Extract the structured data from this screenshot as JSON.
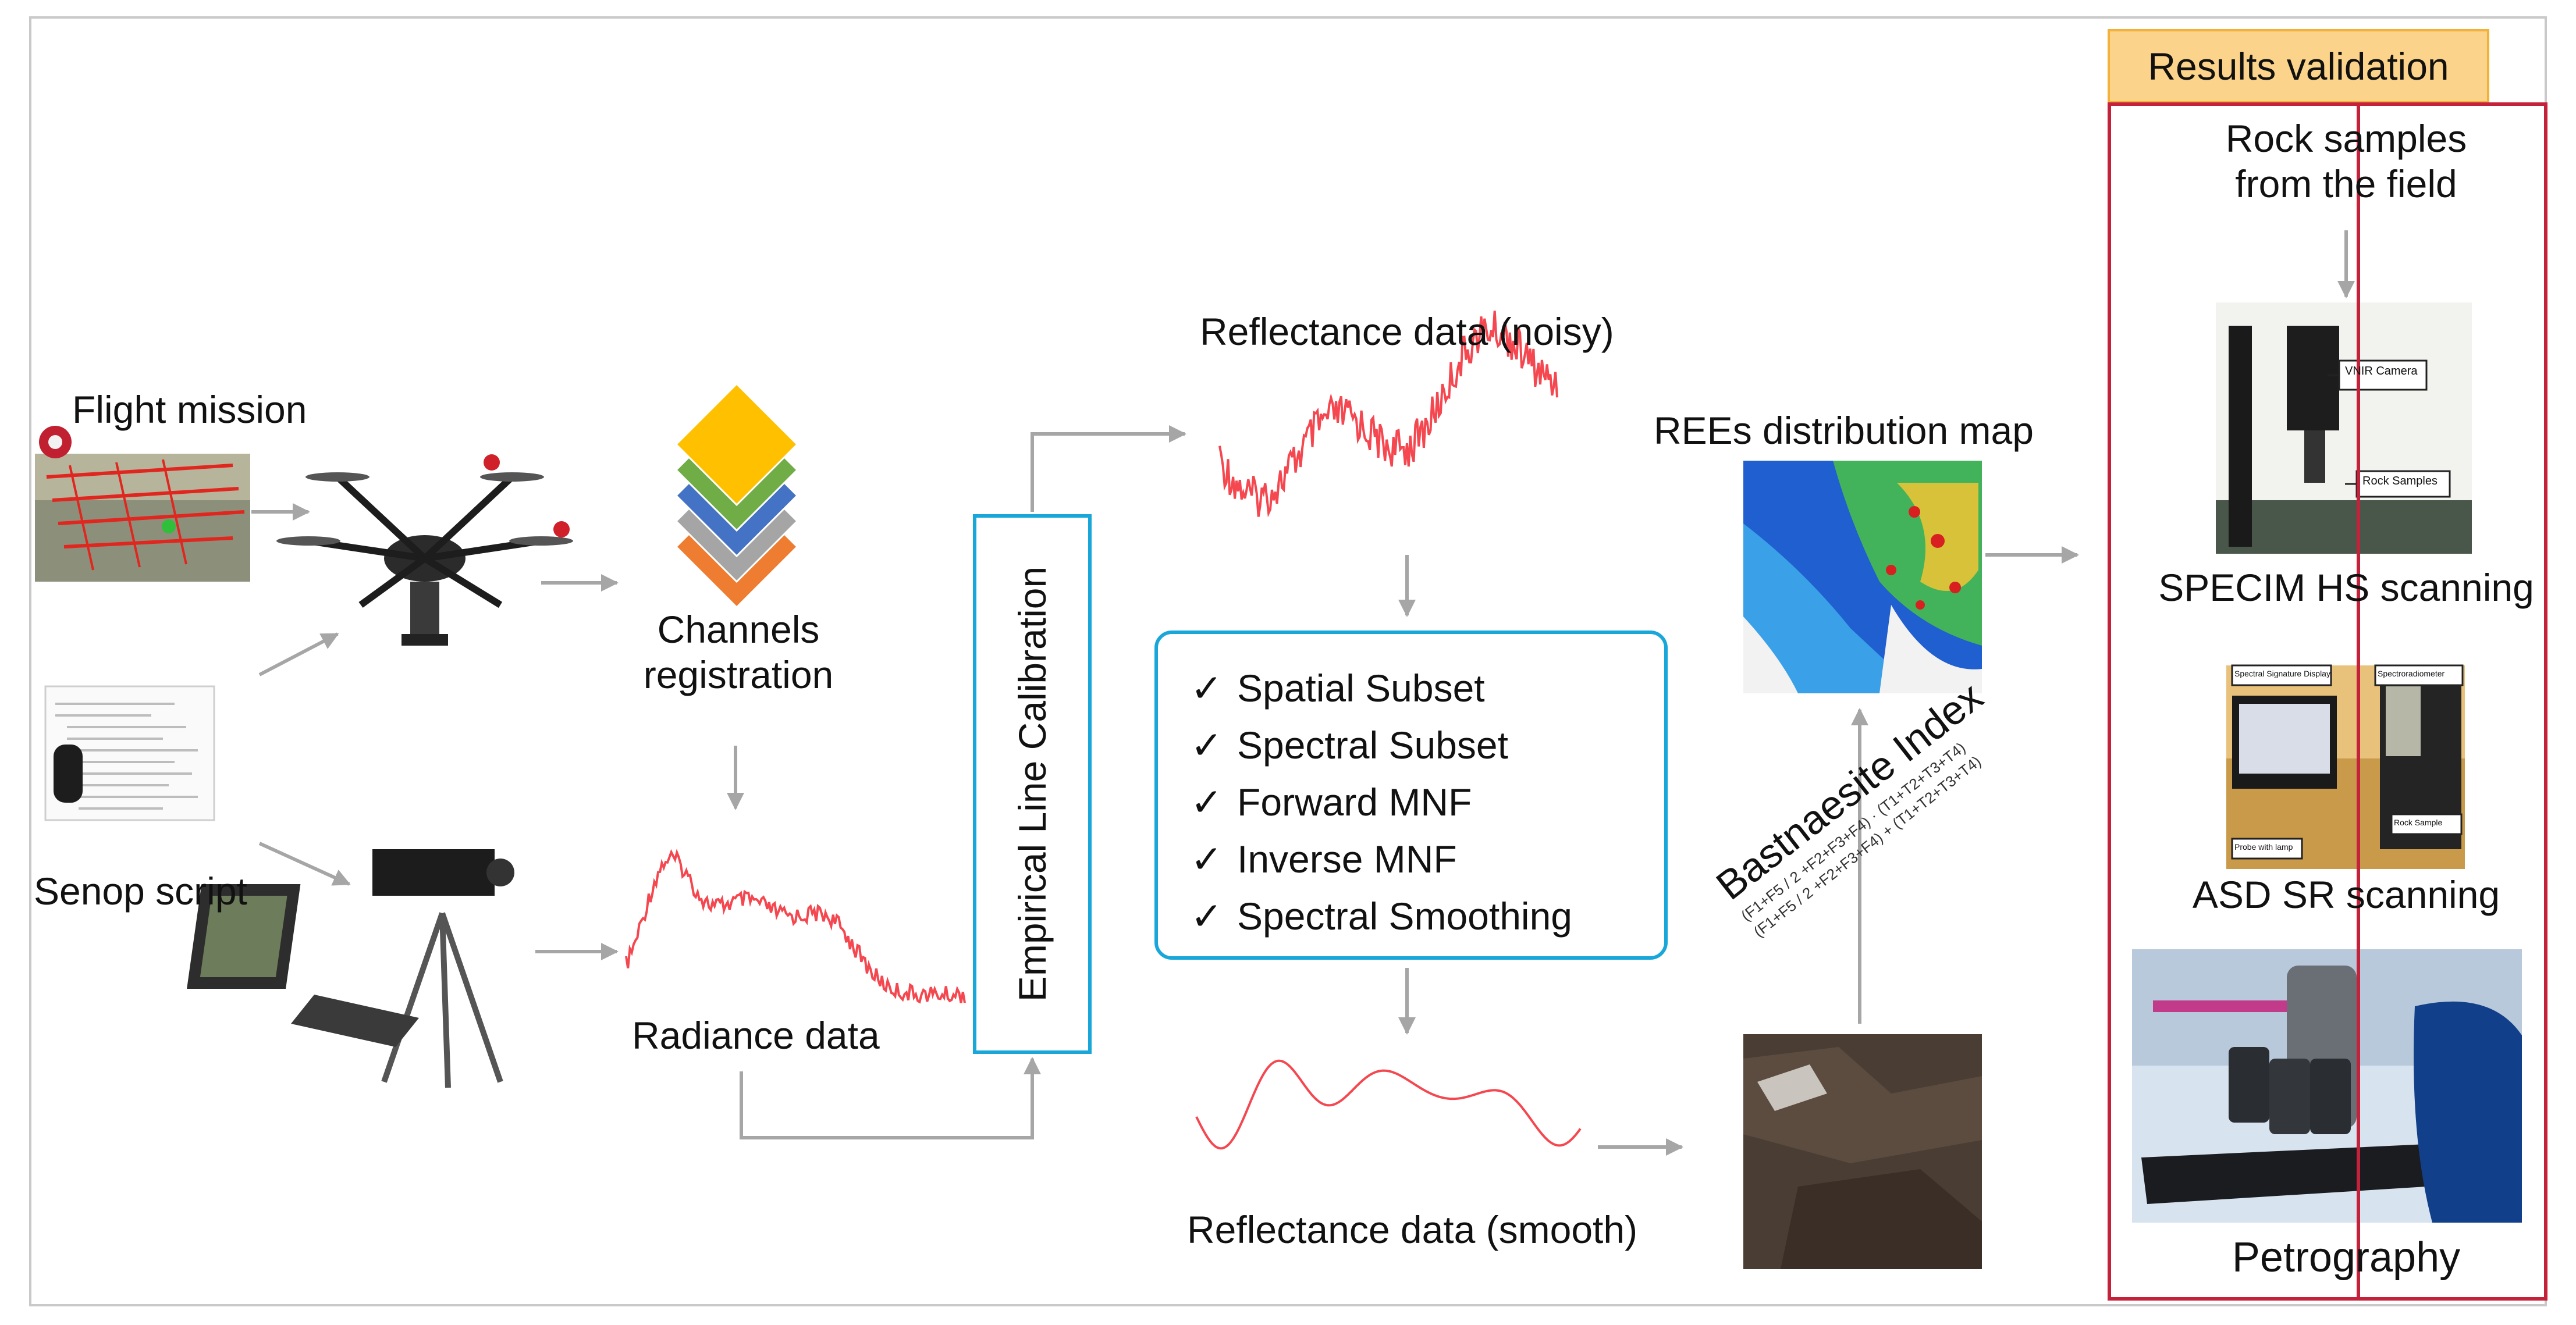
{
  "labels": {
    "flight_mission": "Flight mission",
    "senop_script": "Senop script",
    "channels_registration_1": "Channels",
    "channels_registration_2": "registration",
    "radiance_data": "Radiance data",
    "empirical_line_calibration": "Empirical Line Calibration",
    "reflectance_noisy": "Reflectance data (noisy)",
    "reflectance_smooth": "Reflectance data (smooth)",
    "rees_map": "REEs distribution map",
    "bastnaesite_index": "Bastnaesite Index",
    "bastnaesite_formula_1": "(F1+F5 / 2 +F2+F3+F4) · (T1+T2+T3+T4)",
    "bastnaesite_formula_2": "(F1+F5 / 2 +F2+F3+F4) + (T1+T2+T3+T4)",
    "results_validation": "Results validation",
    "rock_samples_1": "Rock samples",
    "rock_samples_2": "from the field",
    "specim": "SPECIM HS scanning",
    "asd": "ASD SR scanning",
    "petrography": "Petrography",
    "vnir_camera": "VNIR Camera",
    "rock_samples_tag": "Rock Samples",
    "spectral_signature_display": "Spectral Signature Display",
    "spectroradiometer": "Spectroradiometer",
    "probe_with_lamp": "Probe with lamp",
    "rock_sample_tag": "Rock Sample"
  },
  "processing_steps": [
    "Spatial Subset",
    "Spectral Subset",
    "Forward MNF",
    "Inverse MNF",
    "Spectral Smoothing"
  ],
  "check_glyph": "✓",
  "colors": {
    "arrow": "#a6a6a6",
    "spectrum": "#f4474f",
    "calibration_border": "#19a7d9",
    "validation_border": "#c4213a",
    "validation_title_bg": "#fbd38a",
    "layer_colors": [
      "#ee7d31",
      "#a5a5a5",
      "#4472c4",
      "#70ad47",
      "#ffc000"
    ]
  },
  "icons": [
    "drone-icon",
    "hyperspectral-camera-laptop-icon",
    "script-document-icon",
    "flight-plan-map-icon",
    "microscope-photo",
    "spectroradiometer-photo",
    "vnir-scanner-photo",
    "rock-outcrop-photo",
    "rees-map-image"
  ]
}
